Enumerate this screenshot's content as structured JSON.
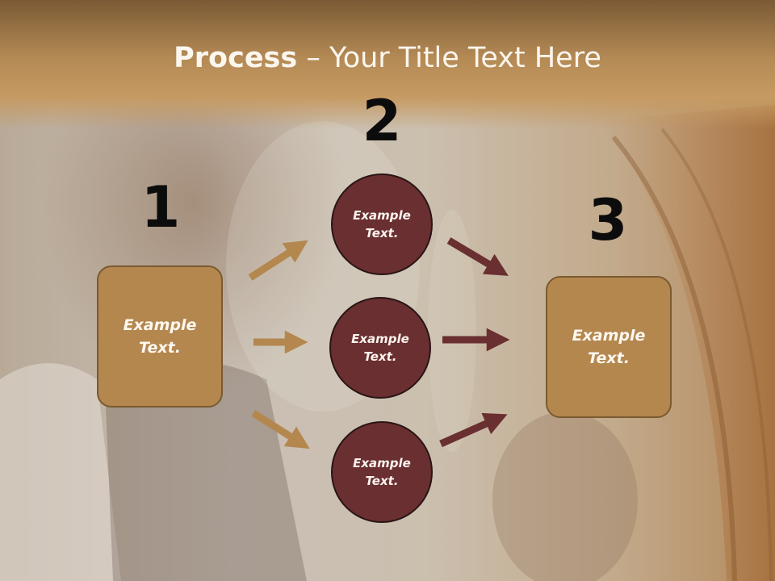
{
  "title": {
    "bold": "Process",
    "rest": " – Your Title Text Here"
  },
  "steps": [
    {
      "number": "1",
      "label": "Example Text."
    },
    {
      "number": "2",
      "circles": [
        "Example Text.",
        "Example Text.",
        "Example Text."
      ]
    },
    {
      "number": "3",
      "label": "Example Text."
    }
  ],
  "colors": {
    "box": "#b4874f",
    "circle": "#6a2f31",
    "arrow_gold": "#b4874f",
    "arrow_maroon": "#6a2f31",
    "banner": "#b48a55"
  }
}
